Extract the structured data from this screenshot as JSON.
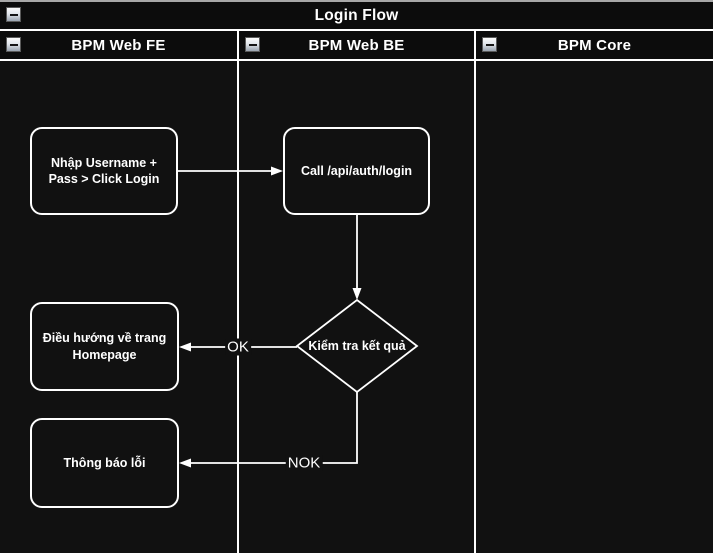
{
  "pool": {
    "title": "Login Flow",
    "lanes": [
      {
        "label": "BPM Web FE"
      },
      {
        "label": "BPM Web BE"
      },
      {
        "label": "BPM Core"
      }
    ]
  },
  "nodes": {
    "input_credentials": {
      "label": "Nhập Username + Pass > Click Login",
      "shape": "rounded-rect",
      "lane": "BPM Web FE"
    },
    "call_login_api": {
      "label": "Call /api/auth/login",
      "shape": "rounded-rect",
      "lane": "BPM Web BE"
    },
    "check_result": {
      "label": "Kiểm tra kết quả",
      "shape": "decision-diamond",
      "lane": "BPM Web BE"
    },
    "redirect_homepage": {
      "label": "Điều hướng về trang Homepage",
      "shape": "rounded-rect",
      "lane": "BPM Web FE"
    },
    "show_error": {
      "label": "Thông báo lỗi",
      "shape": "rounded-rect",
      "lane": "BPM Web FE"
    }
  },
  "edges": {
    "ok_label": "OK",
    "nok_label": "NOK"
  },
  "icons": {
    "collapse": "minus-icon"
  },
  "colors": {
    "canvas": "#111111",
    "bar_background": "#0c0c0c",
    "stroke": "#ffffff",
    "text": "#ffffff",
    "top_edge": "#a8a8a8"
  }
}
